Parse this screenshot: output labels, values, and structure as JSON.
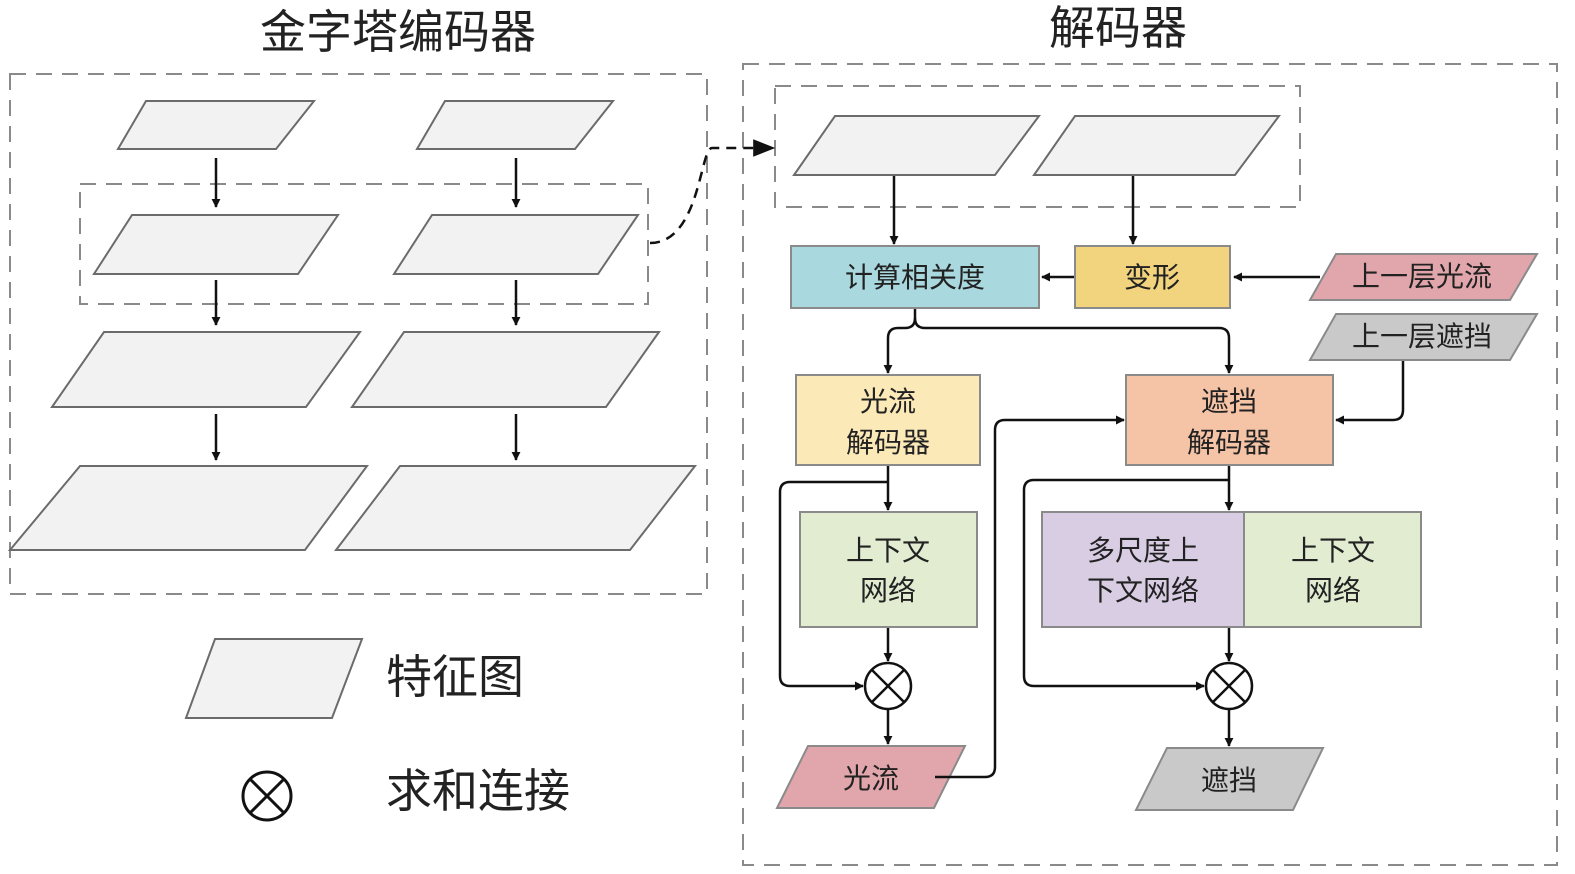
{
  "encoder": {
    "title": "金字塔编码器"
  },
  "decoder": {
    "title": "解码器",
    "correlation": "计算相关度",
    "warp": "变形",
    "prev_flow": "上一层光流",
    "prev_occlusion": "上一层遮挡",
    "flow_decoder": [
      "光流",
      "解码器"
    ],
    "occlusion_decoder": [
      "遮挡",
      "解码器"
    ],
    "context_net_flow": [
      "上下文",
      "网络"
    ],
    "multiscale_context_net": [
      "多尺度上",
      "下文网络"
    ],
    "context_net_occ": [
      "上下文",
      "网络"
    ],
    "flow_output": "光流",
    "occlusion_output": "遮挡"
  },
  "legend": {
    "feature_map": "特征图",
    "sum_concat": "求和连接"
  },
  "colors": {
    "correlation": "#a9d8de",
    "warp": "#f2d47f",
    "flow": "#e0a6ab",
    "occlusion": "#c9c9c9",
    "flow_decoder": "#fbe9b8",
    "occlusion_decoder": "#f5c3a6",
    "context": "#e1ecd1",
    "multiscale": "#d9cde4",
    "feature": "#f2f2f2"
  }
}
